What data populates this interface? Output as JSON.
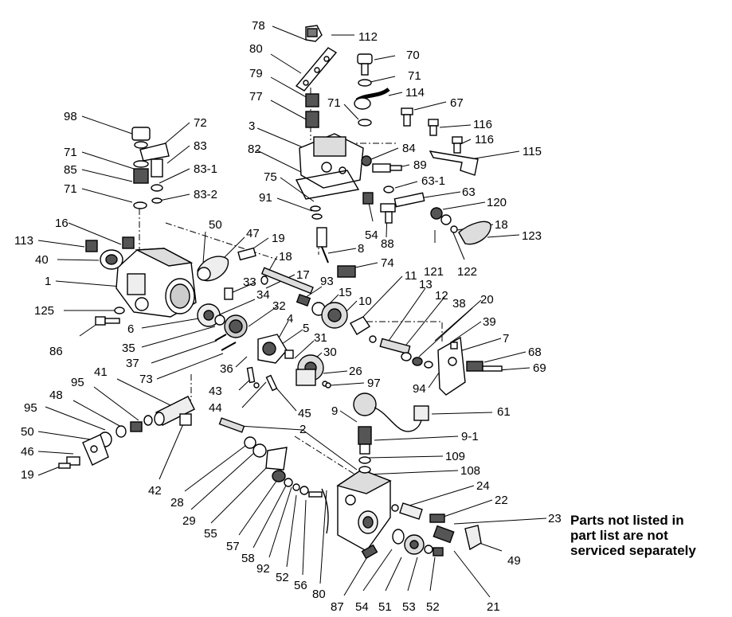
{
  "note": {
    "lines": [
      "Parts not listed in",
      "part list are not",
      "serviced separately"
    ]
  },
  "labels": {
    "n78": "78",
    "n112": "112",
    "n80a": "80",
    "n70": "70",
    "n71a": "71",
    "n79": "79",
    "n114": "114",
    "n77": "77",
    "n71b": "71",
    "n67": "67",
    "n116a": "116",
    "n3": "3",
    "n116b": "116",
    "n84": "84",
    "n82": "82",
    "n115": "115",
    "n89": "89",
    "n63_1": "63-1",
    "n75": "75",
    "n63": "63",
    "n91": "91",
    "n120": "120",
    "n54a": "54",
    "n88": "88",
    "n18a": "18",
    "n123": "123",
    "n98": "98",
    "n72": "72",
    "n83": "83",
    "n71c": "71",
    "n83_1": "83-1",
    "n85": "85",
    "n71d": "71",
    "n83_2": "83-2",
    "n16": "16",
    "n50a": "50",
    "n47": "47",
    "n19a": "19",
    "n113": "113",
    "n8": "8",
    "n40": "40",
    "n18b": "18",
    "n121": "121",
    "n122": "122",
    "n74": "74",
    "n1": "1",
    "n17": "17",
    "n93": "93",
    "n33": "33",
    "n11": "11",
    "n13": "13",
    "n34": "34",
    "n15": "15",
    "n12": "12",
    "n38": "38",
    "n20": "20",
    "n125": "125",
    "n32": "32",
    "n10": "10",
    "n6": "6",
    "n4": "4",
    "n5": "5",
    "n39": "39",
    "n86": "86",
    "n35": "35",
    "n31": "31",
    "n7": "7",
    "n37": "37",
    "n30": "30",
    "n68": "68",
    "n73": "73",
    "n36": "36",
    "n26": "26",
    "n69": "69",
    "n41": "41",
    "n43": "43",
    "n97": "97",
    "n95a": "95",
    "n44": "44",
    "n94": "94",
    "n48": "48",
    "n45": "45",
    "n9": "9",
    "n61": "61",
    "n95b": "95",
    "n2": "2",
    "n50b": "50",
    "n9_1": "9-1",
    "n46": "46",
    "n109": "109",
    "n19b": "19",
    "n108": "108",
    "n42": "42",
    "n24": "24",
    "n28": "28",
    "n22": "22",
    "n29": "29",
    "n23": "23",
    "n55": "55",
    "n57": "57",
    "n49": "49",
    "n58": "58",
    "n92": "92",
    "n52a": "52",
    "n56": "56",
    "n80b": "80",
    "n87": "87",
    "n54b": "54",
    "n51": "51",
    "n53": "53",
    "n52b": "52",
    "n21": "21"
  }
}
